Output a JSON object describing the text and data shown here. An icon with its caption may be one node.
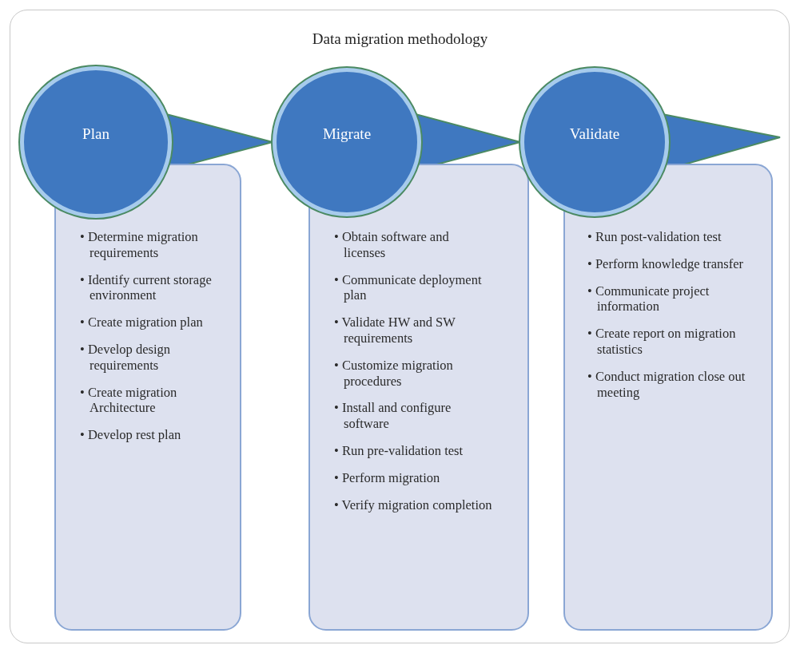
{
  "diagram": {
    "title": "Data migration methodology",
    "nodes": [
      {
        "text": [
          "Plan"
        ]
      },
      {
        "text": [
          "• Determine migration requirements",
          "• Identify current storage environment",
          "• Create migration plan",
          "• Develop design requirements",
          "• Create migration Architecture",
          "• Develop rest plan"
        ]
      },
      {
        "text": [
          "Migrate"
        ]
      },
      {
        "text": [
          "• Obtain software and licenses",
          "• Communicate deployment plan",
          "• Validate HW and SW requirements",
          "• Customize migration procedures",
          "• Install and configure software",
          "• Run pre-validation test",
          "• Perform migration",
          "• Verify migration completion"
        ]
      },
      {
        "text": [
          "Validate"
        ]
      },
      {
        "text": [
          "• Run post-validation test",
          "• Perform knowledge transfer",
          "• Communicate project information",
          "• Create report on migration statistics",
          "• Conduct migration close out meeting"
        ]
      }
    ],
    "edges": [
      {
        "from": 0,
        "to": 2,
        "arrow": "to"
      },
      {
        "from": 2,
        "to": 4,
        "arrow": "to"
      },
      {
        "from": 4,
        "to": null,
        "arrow": "to"
      }
    ]
  }
}
